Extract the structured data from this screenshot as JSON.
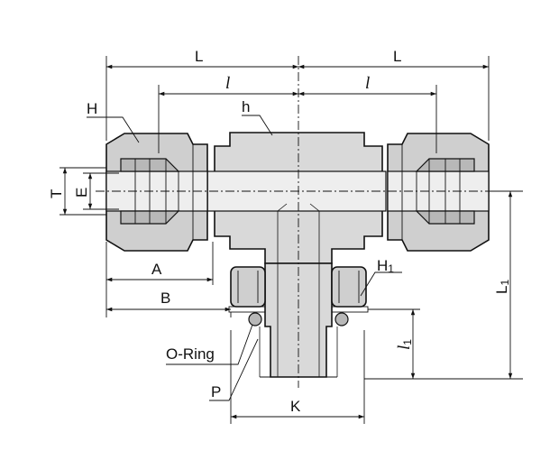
{
  "labels": {
    "L_left": "L",
    "L_right": "L",
    "l_left": "l",
    "l_right": "l",
    "H": "H",
    "h": "h",
    "T": "T",
    "E": "E",
    "A": "A",
    "B": "B",
    "H1_main": "H",
    "H1_sub": "1",
    "L1_main": "L",
    "L1_sub": "1",
    "l1_main": "l",
    "l1_sub": "1",
    "oring": "O-Ring",
    "P": "P",
    "K": "K"
  }
}
